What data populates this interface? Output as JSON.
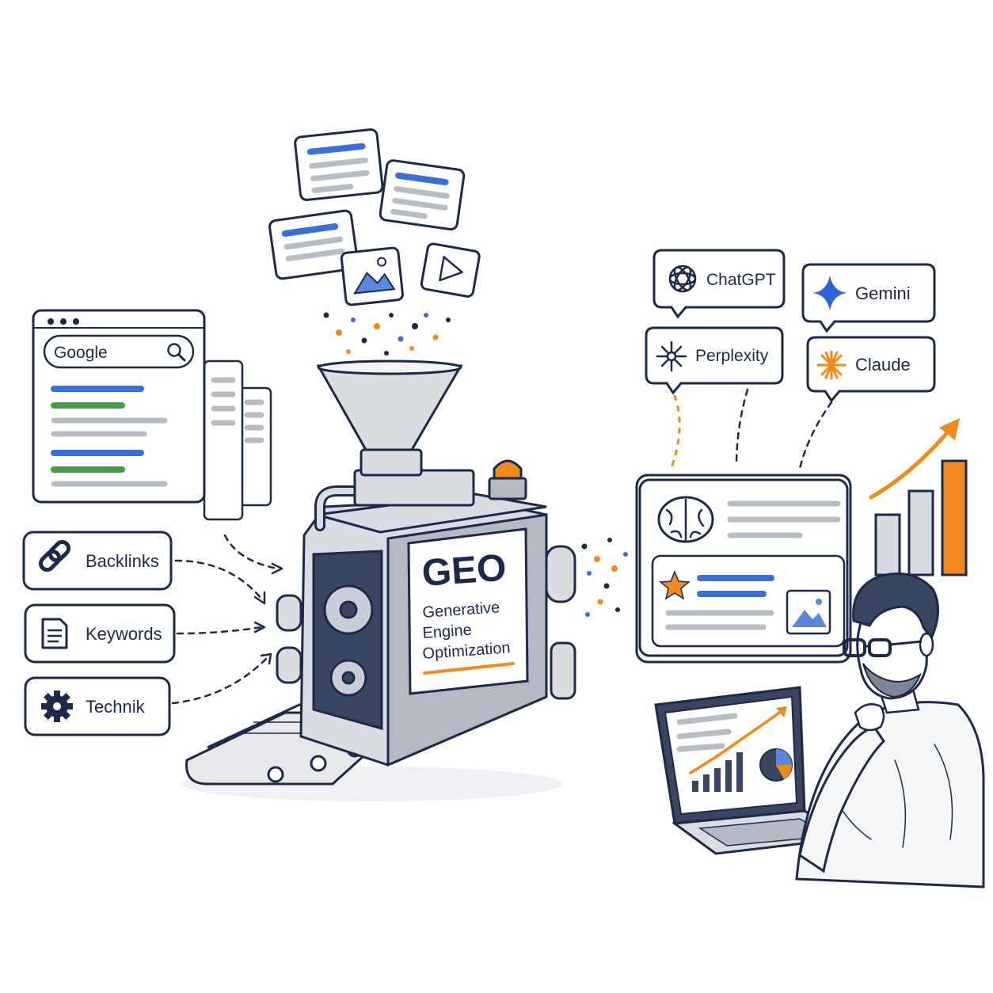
{
  "search_window": {
    "search_label": "Google",
    "icon": "search-icon"
  },
  "factors": [
    {
      "label": "Backlinks",
      "icon": "link-icon"
    },
    {
      "label": "Keywords",
      "icon": "document-icon"
    },
    {
      "label": "Technik",
      "icon": "gear-icon"
    }
  ],
  "machine": {
    "title": "GEO",
    "subtitle_line1": "Generative",
    "subtitle_line2": "Engine",
    "subtitle_line3": "Optimization"
  },
  "ai_engines": [
    {
      "label": "ChatGPT",
      "icon": "openai-icon"
    },
    {
      "label": "Gemini",
      "icon": "gemini-star-icon"
    },
    {
      "label": "Perplexity",
      "icon": "perplexity-icon"
    },
    {
      "label": "Claude",
      "icon": "claude-burst-icon"
    }
  ],
  "colors": {
    "ink": "#1b2a4a",
    "blue": "#3b6fd8",
    "green": "#4a9a4e",
    "orange": "#f08a1c",
    "gray": "#b8bcc3"
  }
}
